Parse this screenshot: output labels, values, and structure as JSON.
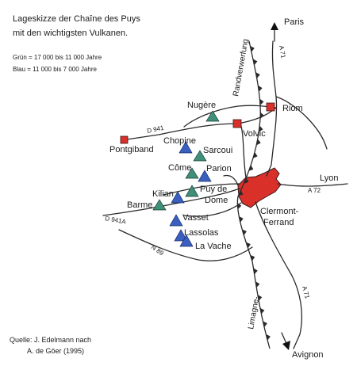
{
  "title_line1": "Lageskizze der Chaîne des Puys",
  "title_line2": "mit den wichtigsten Vulkanen.",
  "legend": {
    "green": "Grün = 17 000 bis 11 000 Jahre",
    "blue": "Blau = 11 000 bis 7 000 Jahre"
  },
  "colors": {
    "green_volcano": "#3f8f7a",
    "blue_volcano": "#3a5fc0",
    "town": "#d9302a",
    "line": "#2a2a2a"
  },
  "roads": {
    "a71_north": "A 71",
    "a71_south": "A 71",
    "a72": "A 72",
    "d941": "D 941",
    "d941a": "D 941A",
    "n89": "N 89"
  },
  "faults": {
    "randverwerfung": "Randverwerfung",
    "limagne": "Limagne-"
  },
  "towns": {
    "paris": "Paris",
    "riom": "Riom",
    "volvic": "Volvic",
    "pontgiband": "Pontgiband",
    "lyon": "Lyon",
    "clermont1": "Clermont-",
    "clermont2": "Ferrand",
    "avignon": "Avignon"
  },
  "volcanoes": {
    "nugere": "Nugère",
    "chopine": "Chopine",
    "sarcoui": "Sarcoui",
    "come": "Côme",
    "parion": "Parion",
    "kilian": "Kilian",
    "puy1": "Puy de",
    "puy2": "Dome",
    "barme": "Barme",
    "vasset": "Vasset",
    "lassolas": "Lassolas",
    "lavache": "La Vache"
  },
  "source": {
    "line1": "Quelle: J. Edelmann nach",
    "line2": "A. de Göer (1995)"
  }
}
